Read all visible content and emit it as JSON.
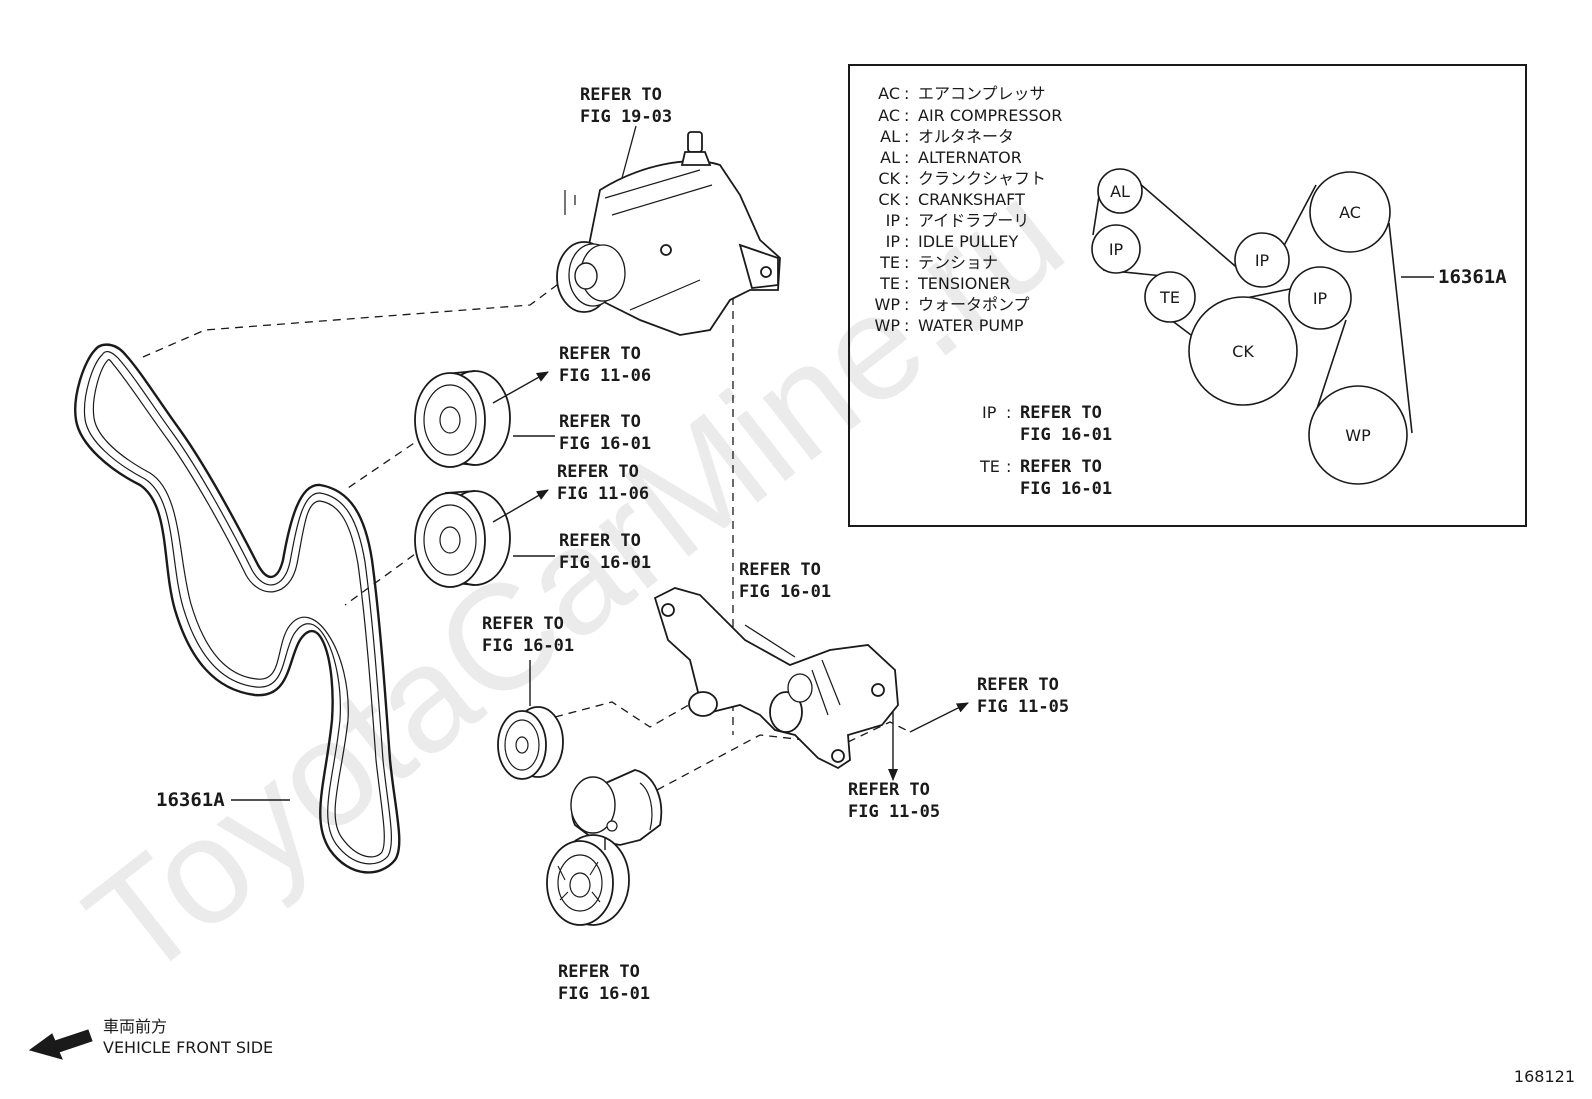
{
  "watermark": "ToyotaCarMine.ru",
  "refs": {
    "alternator": [
      "REFER TO",
      "FIG 19-03"
    ],
    "idler_upper_a": [
      "REFER TO",
      "FIG 11-06"
    ],
    "idler_upper_b": [
      "REFER TO",
      "FIG 16-01"
    ],
    "idler_lower_a": [
      "REFER TO",
      "FIG 11-06"
    ],
    "idler_lower_b": [
      "REFER TO",
      "FIG 16-01"
    ],
    "bracket": [
      "REFER TO",
      "FIG 16-01"
    ],
    "small_pulley": [
      "REFER TO",
      "FIG 16-01"
    ],
    "bolt_right": [
      "REFER TO",
      "FIG 11-05"
    ],
    "bolt_down": [
      "REFER TO",
      "FIG 11-05"
    ],
    "tensioner": [
      "REFER TO",
      "FIG 16-01"
    ]
  },
  "belt_part_number": "16361A",
  "inset": {
    "legend": [
      {
        "code": "AC",
        "name": "エアコンプレッサ"
      },
      {
        "code": "AC",
        "name": "AIR COMPRESSOR"
      },
      {
        "code": "AL",
        "name": "オルタネータ"
      },
      {
        "code": "AL",
        "name": "ALTERNATOR"
      },
      {
        "code": "CK",
        "name": "クランクシャフト"
      },
      {
        "code": "CK",
        "name": "CRANKSHAFT"
      },
      {
        "code": "IP",
        "name": "アイドラプーリ"
      },
      {
        "code": "IP",
        "name": "IDLE PULLEY"
      },
      {
        "code": "TE",
        "name": "テンショナ"
      },
      {
        "code": "TE",
        "name": "TENSIONER"
      },
      {
        "code": "WP",
        "name": "ウォータポンプ"
      },
      {
        "code": "WP",
        "name": "WATER PUMP"
      }
    ],
    "pulleys": {
      "al": "AL",
      "ip1": "IP",
      "ip2": "IP",
      "ip3": "IP",
      "te": "TE",
      "ck": "CK",
      "ac": "AC",
      "wp": "WP"
    },
    "belt_label": "16361A",
    "notes": [
      {
        "code": "IP",
        "sep": ":",
        "line1": "REFER TO",
        "line2": "FIG 16-01"
      },
      {
        "code": "TE",
        "sep": ":",
        "line1": "REFER TO",
        "line2": "FIG 16-01"
      }
    ]
  },
  "front": {
    "jp": "車両前方",
    "en": "VEHICLE FRONT SIDE"
  },
  "diagram_number": "168121"
}
